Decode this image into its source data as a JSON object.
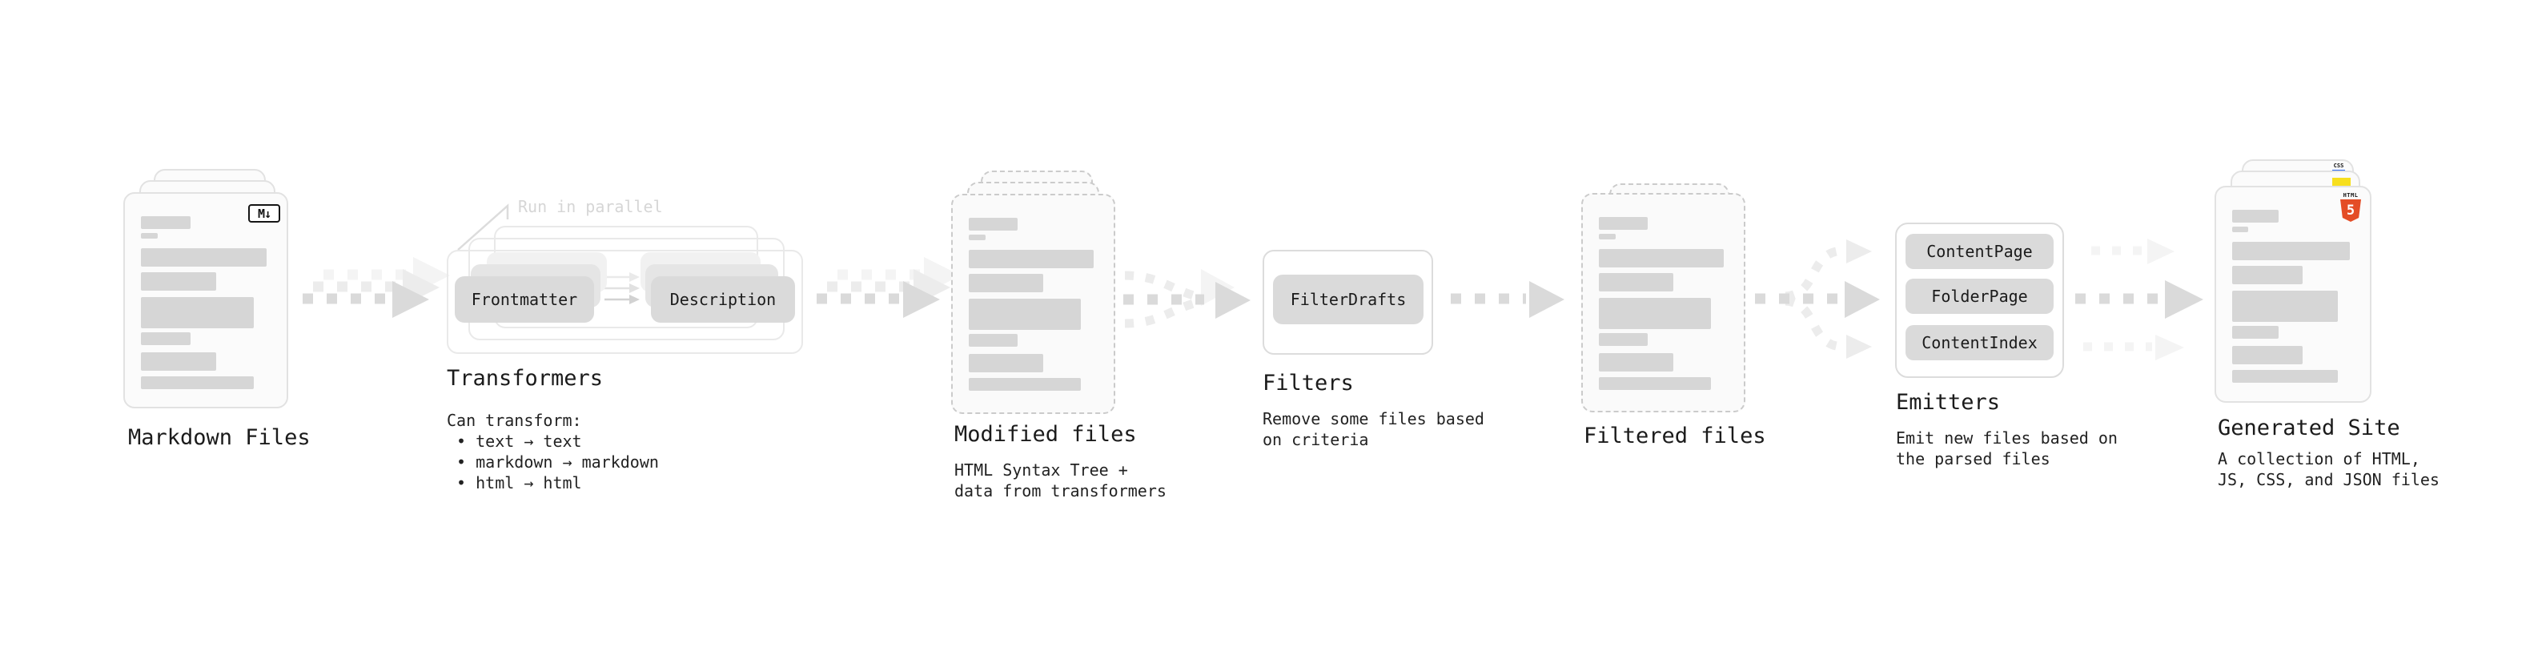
{
  "markdown": {
    "label": "Markdown Files",
    "file_icon": "M↓"
  },
  "transformers": {
    "label": "Transformers",
    "annotation": "Run in parallel",
    "nodes": [
      "Frontmatter",
      "Description"
    ],
    "description": "Can transform:\n • text → text\n • markdown → markdown\n • html → html"
  },
  "modified": {
    "label": "Modified files",
    "description": "HTML Syntax Tree +\ndata from transformers"
  },
  "filters": {
    "label": "Filters",
    "nodes": [
      "FilterDrafts"
    ],
    "description": "Remove some files based\non criteria"
  },
  "filtered": {
    "label": "Filtered files"
  },
  "emitters": {
    "label": "Emitters",
    "nodes": [
      "ContentPage",
      "FolderPage",
      "ContentIndex"
    ],
    "description": "Emit new files based on\nthe parsed files"
  },
  "generated": {
    "label": "Generated Site",
    "description": "A collection of HTML,\nJS, CSS, and JSON files",
    "file_icons": {
      "css_label": "CSS",
      "html_label": "HTML",
      "html5_number": "5"
    }
  },
  "doc_bars": [
    {
      "w": 38,
      "h": 16,
      "mt": 0
    },
    {
      "w": 13,
      "h": 7,
      "mt": 5
    },
    {
      "w": 97,
      "h": 23,
      "mt": 12
    },
    {
      "w": 58,
      "h": 23,
      "mt": 7
    },
    {
      "w": 87,
      "h": 39,
      "mt": 8
    },
    {
      "w": 38,
      "h": 16,
      "mt": 5
    },
    {
      "w": 58,
      "h": 23,
      "mt": 9
    },
    {
      "w": 87,
      "h": 16,
      "mt": 7
    }
  ],
  "colors": {
    "arrow_main": "#dadada",
    "arrow_light": "#ececec",
    "arrow_faint": "#f4f4f4",
    "node_fill": "#dadada",
    "bar_fill": "#d6d6d6",
    "annotation_gray": "#d6d6d6",
    "html5_orange": "#e44d26",
    "js_yellow": "#f7df1e",
    "css_blue": "#2965f1",
    "ink": "#1b1b1b"
  }
}
